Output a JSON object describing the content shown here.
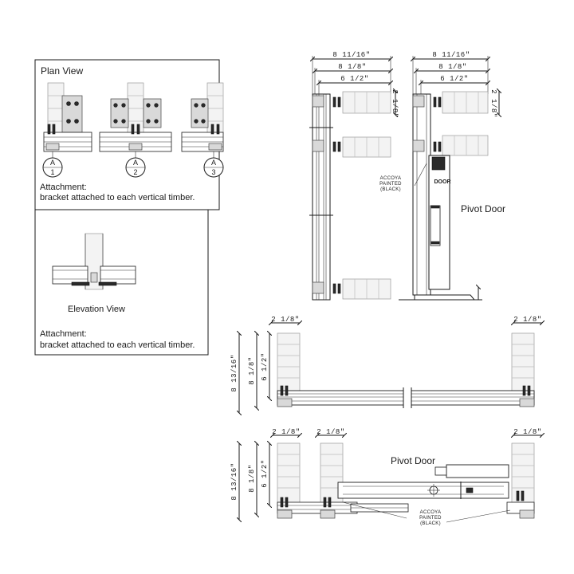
{
  "plan_view": {
    "title": "Plan View",
    "callouts": [
      {
        "letter": "A",
        "number": "1"
      },
      {
        "letter": "A",
        "number": "2"
      },
      {
        "letter": "A",
        "number": "3"
      }
    ],
    "attachment_heading": "Attachment:",
    "attachment_text": "bracket attached to each vertical timber."
  },
  "elevation_view": {
    "title": "Elevation View",
    "attachment_heading": "Attachment:",
    "attachment_text": "bracket attached to each vertical timber."
  },
  "elevations": {
    "dims": [
      "8 11/16\"",
      "8 1/8\"",
      "6 1/2\""
    ],
    "side_dim": "2 1/8\"",
    "pivot_door_label": "Pivot Door",
    "door_text": "DOOR",
    "accoya_lines": [
      "ACCOYA",
      "PAINTED",
      "(BLACK)"
    ]
  },
  "plan_wall": {
    "top_dims": [
      "2 1/8\"",
      "2 1/8\""
    ],
    "side_dims": [
      "8 13/16\"",
      "8 1/8\"",
      "6 1/2\""
    ]
  },
  "plan_pivot": {
    "top_dims": [
      "2 1/8\"",
      "2 1/8\"",
      "2 1/8\""
    ],
    "side_dims": [
      "8 13/16\"",
      "8 1/8\"",
      "6 1/2\""
    ],
    "title": "Pivot Door",
    "accoya_lines": [
      "ACCOYA",
      "PAINTED",
      "(BLACK)"
    ]
  }
}
